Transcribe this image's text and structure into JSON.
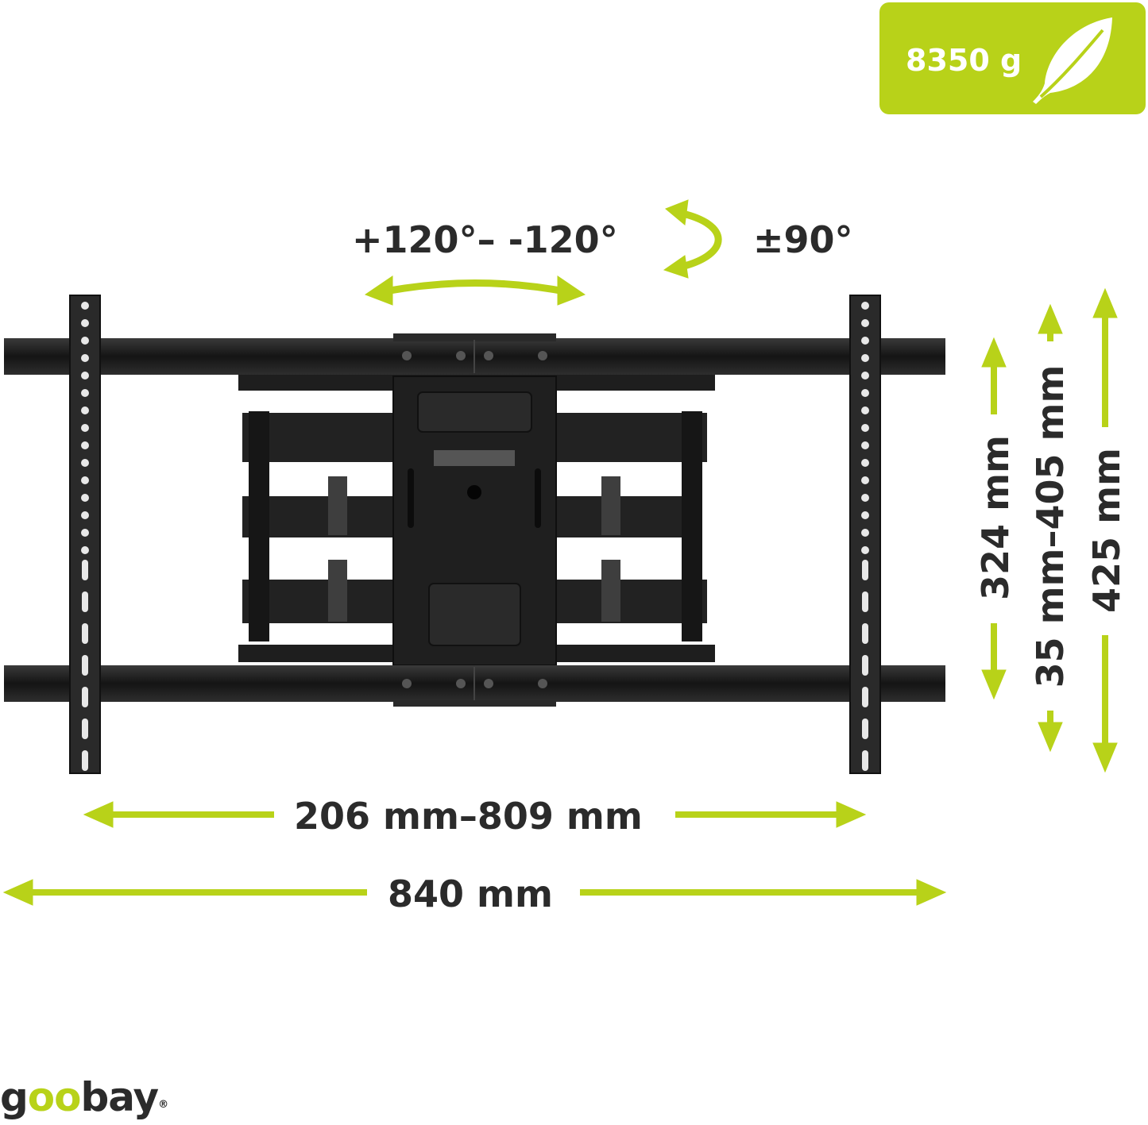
{
  "weight": {
    "value": "8350 g",
    "icon": "feather-icon"
  },
  "rotation": {
    "swivel": "+120°– -120°",
    "tilt": "±90°"
  },
  "dimensions": {
    "vesa_width": "206 mm–809 mm",
    "total_width": "840 mm",
    "vesa_height": "324 mm",
    "height_range": "35 mm–405 mm",
    "total_height": "425 mm"
  },
  "brand": {
    "logo_prefix": "g",
    "logo_oo": "oo",
    "logo_suffix": "bay",
    "registered": "®"
  },
  "colors": {
    "accent": "#b8d219",
    "text": "#2b2b2b",
    "metal": "#1c1c1c"
  }
}
